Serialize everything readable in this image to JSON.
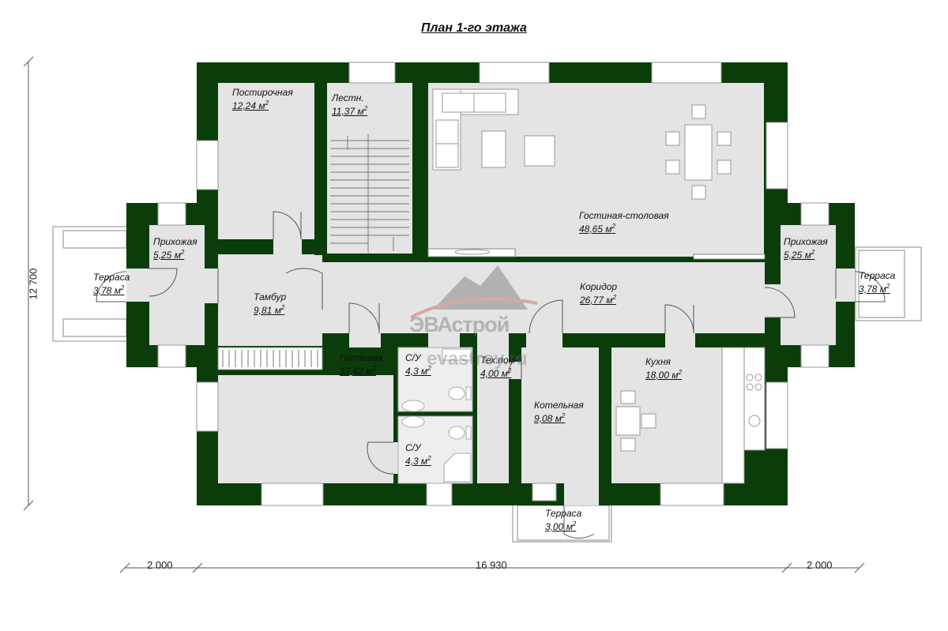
{
  "title": "План 1-го этажа",
  "rooms": [
    {
      "name": "Постирочная",
      "area": "12,24 м"
    },
    {
      "name": "Лестн.",
      "area": "11,37 м"
    },
    {
      "name": "Гостиная-столовая",
      "area": "48,65 м"
    },
    {
      "name": "Прихожая",
      "area": "5,25 м"
    },
    {
      "name": "Прихожая",
      "area": "5,25 м"
    },
    {
      "name": "Терраса",
      "area": "3,78 м"
    },
    {
      "name": "Терраса",
      "area": "3,78 м"
    },
    {
      "name": "Тамбур",
      "area": "9,81 м"
    },
    {
      "name": "Коридор",
      "area": "26,77 м"
    },
    {
      "name": "Гостевая",
      "area": "17,62 м"
    },
    {
      "name": "С/У",
      "area": "4,3 м"
    },
    {
      "name": "Тех.пом",
      "area": "4,00 м"
    },
    {
      "name": "Котельная",
      "area": "9,08 м"
    },
    {
      "name": "Кухня",
      "area": "18,00 м"
    },
    {
      "name": "С/У",
      "area": "4,3 м"
    },
    {
      "name": "Терраса",
      "area": "3,00 м"
    }
  ],
  "area_unit_power": "2",
  "dimensions": {
    "left": "2 000",
    "center": "16 930",
    "right": "2 000",
    "height": "12 700"
  },
  "watermark": {
    "brand": "ЭВАстрой",
    "site": "evastroy.ru"
  },
  "colors": {
    "wall": "#0a3d0a",
    "floor": "#e4e4e4",
    "background": "#ffffff"
  }
}
